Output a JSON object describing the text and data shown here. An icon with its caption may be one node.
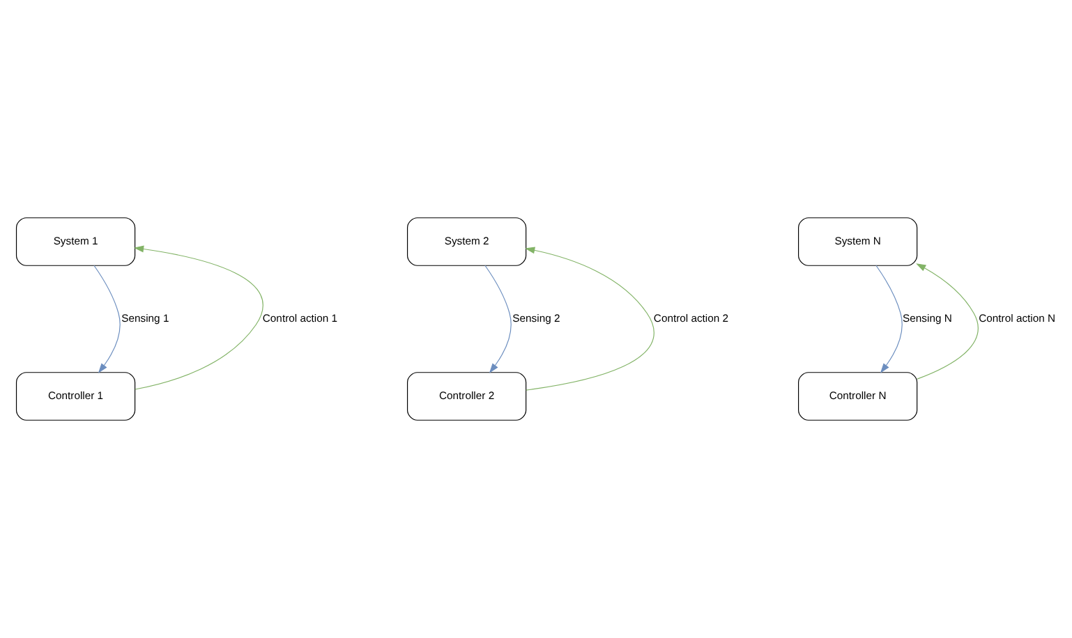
{
  "diagram": {
    "nodes": [
      {
        "text": [
          "System 1"
        ]
      },
      {
        "text": [
          "Controller 1"
        ]
      },
      {
        "text": [
          "System 2"
        ]
      },
      {
        "text": [
          "Controller 2"
        ]
      },
      {
        "text": [
          "System N"
        ]
      },
      {
        "text": [
          "Controller N"
        ]
      }
    ],
    "edges": [
      {
        "from": 1,
        "to": 0,
        "arrow": "to",
        "label": "Control action 1",
        "color": "#82b366"
      },
      {
        "from": 0,
        "to": 1,
        "arrow": "to",
        "label": "Sensing 1",
        "color": "#6c8ebf"
      },
      {
        "from": 3,
        "to": 2,
        "arrow": "to",
        "label": "Control action 2",
        "color": "#82b366"
      },
      {
        "from": 2,
        "to": 3,
        "arrow": "to",
        "label": "Sensing 2",
        "color": "#6c8ebf"
      },
      {
        "from": 4,
        "to": 5,
        "arrow": "to",
        "label": "Sensing N",
        "color": "#6c8ebf"
      },
      {
        "from": 5,
        "to": 4,
        "arrow": "to",
        "label": "Control action N",
        "color": "#82b366"
      }
    ]
  }
}
